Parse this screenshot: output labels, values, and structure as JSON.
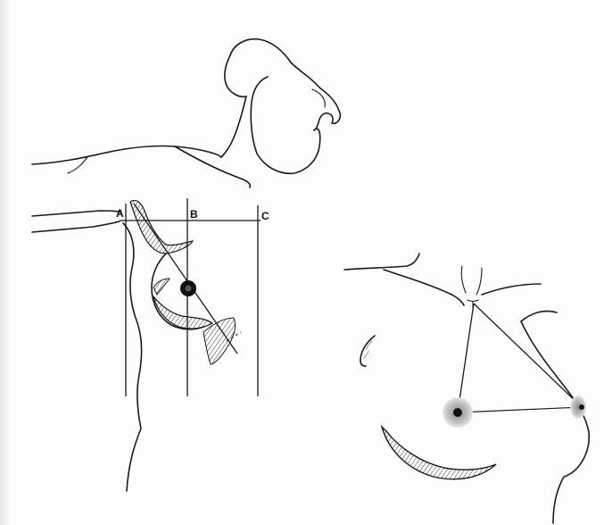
{
  "labels": {
    "a": "A",
    "b": "B",
    "c": "C"
  },
  "colors": {
    "ink": "#1a1a1a",
    "areola": "#b5b5b5",
    "paper": "#fdfdfd"
  },
  "icons": {
    "nipple_marker": "filled-circle"
  }
}
